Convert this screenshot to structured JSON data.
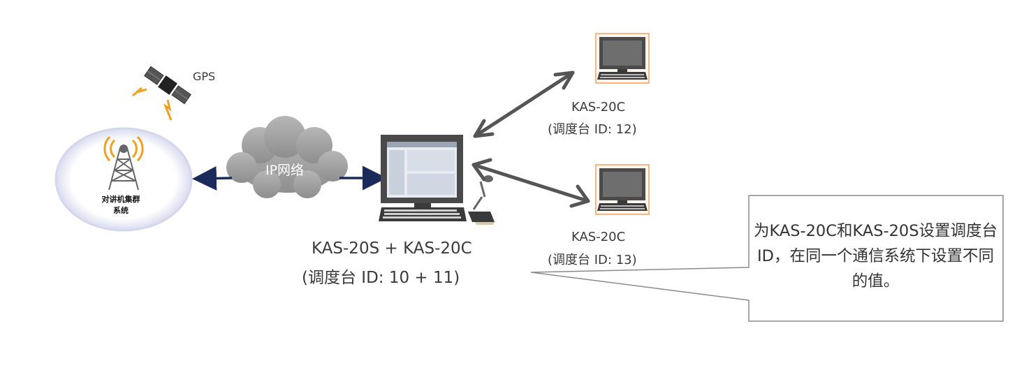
{
  "satellite": {
    "label": "GPS",
    "icon": "satellite-icon"
  },
  "trunking_system": {
    "label_line1": "对讲机集群",
    "label_line2": "系统",
    "icon": "radio-tower-icon"
  },
  "network": {
    "label": "IP网络",
    "icon": "cloud-icon"
  },
  "main_station": {
    "name": "KAS-20S + KAS-20C",
    "id_text": "(调度台 ID: 10 + 11)",
    "icon": "dispatch-console-icon"
  },
  "terminals": [
    {
      "name": "KAS-20C",
      "id_text": "(调度台 ID: 12)",
      "icon": "monitor-icon"
    },
    {
      "name": "KAS-20C",
      "id_text": "(调度台 ID: 13)",
      "icon": "monitor-icon"
    }
  ],
  "callout": {
    "text": "为KAS-20C和KAS-20S设置调度台ID，在同一个通信系统下设置不同的值。"
  },
  "colors": {
    "link_arrow": "#1a2a5a",
    "terminal_arrow": "#555555",
    "accent_orange": "#f0a020",
    "cloud": "#9e9e9e"
  }
}
